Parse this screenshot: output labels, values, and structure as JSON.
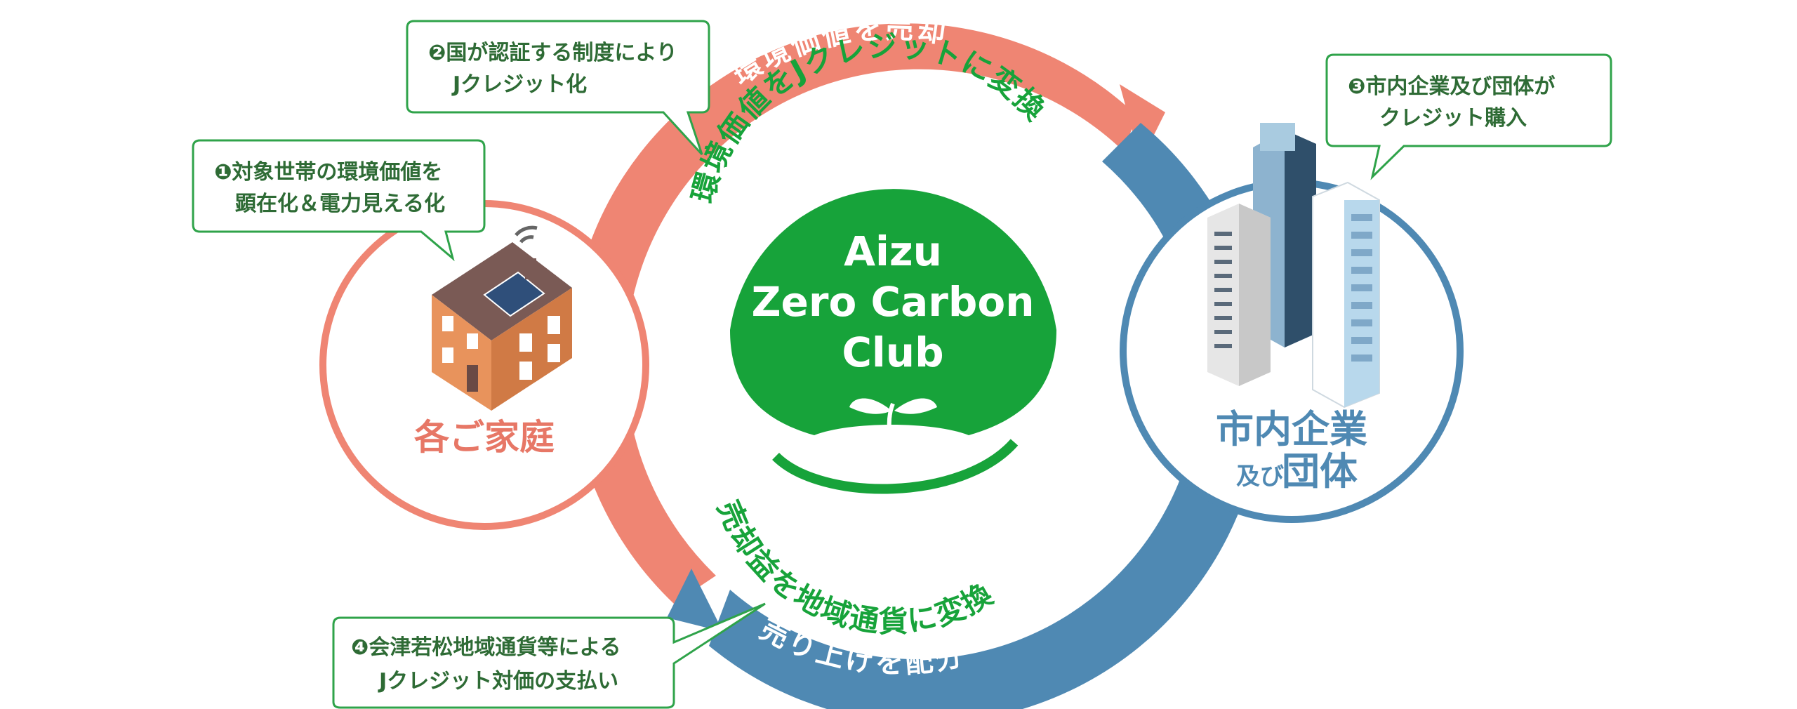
{
  "colors": {
    "salmon": "#ef8573",
    "blue": "#4f89b3",
    "green": "#17a33a",
    "green_dark": "#2e6b35",
    "callout_border": "#2fa34a",
    "house_text": "#e77766",
    "company_text": "#4f89b3"
  },
  "outer_ring": {
    "top_label": "環境価値を売却",
    "bottom_label": "売り上げを配分"
  },
  "center": {
    "top_arc_text": "環境価値をJクレジットに変換",
    "bottom_arc_text": "売却益を地域通貨に変換",
    "logo_line1": "Aizu",
    "logo_line2": "Zero Carbon",
    "logo_line3": "Club",
    "logo_icon": "sprout-in-hands-icon"
  },
  "household": {
    "title": "各ご家庭",
    "icon": "house-with-solar-panel-icon",
    "wifi_icon": "wifi-icon"
  },
  "companies": {
    "title_line1": "市内企業",
    "title_line2a": "及び",
    "title_line2b": "団体",
    "icon": "office-buildings-icon"
  },
  "callouts": [
    {
      "num": "❶",
      "line1": "対象世帯の環境価値を",
      "line2": "顕在化＆電力見える化"
    },
    {
      "num": "❷",
      "line1": "国が認証する制度により",
      "line2": "Jクレジット化"
    },
    {
      "num": "❸",
      "line1": "市内企業及び団体が",
      "line2": "クレジット購入"
    },
    {
      "num": "❹",
      "line1": "会津若松地域通貨等による",
      "line2": "Jクレジット対価の支払い"
    }
  ]
}
